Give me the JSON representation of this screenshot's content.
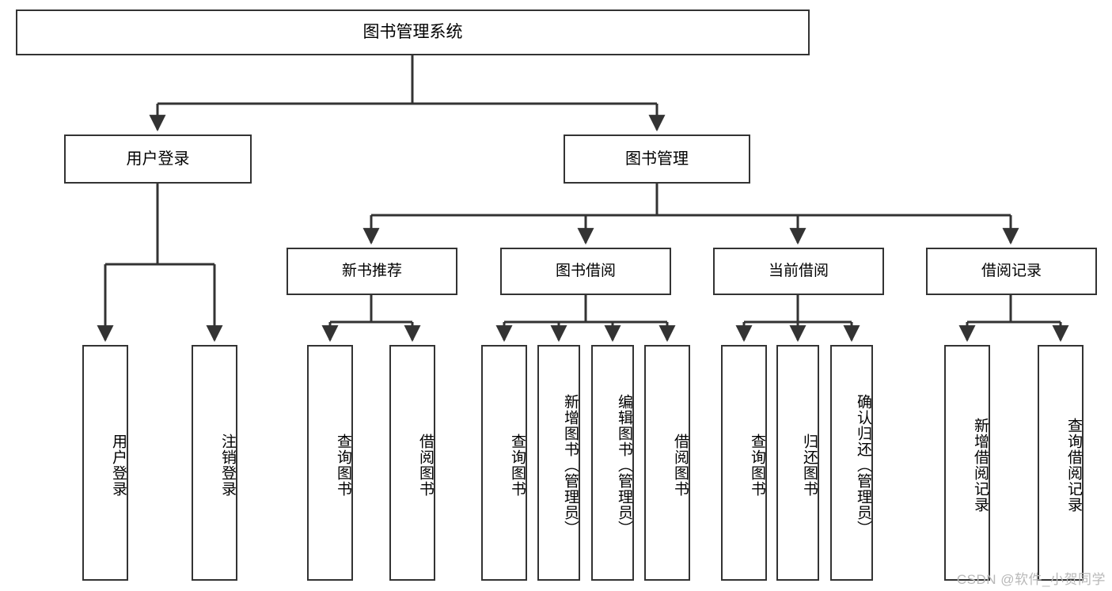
{
  "diagram": {
    "type": "tree",
    "orientation": "top-down",
    "title": "图书管理系统",
    "colors": {
      "box_border": "#333333",
      "box_fill": "#ffffff",
      "edge": "#333333",
      "text": "#000000",
      "watermark": "#b8b8b8",
      "background": "#ffffff"
    }
  },
  "watermark": {
    "text": "CSDN @软件_小贺同学"
  },
  "nodes": {
    "root": {
      "id": "root",
      "label": "图书管理系统",
      "level": 1
    },
    "level2": [
      {
        "id": "user-login",
        "label": "用户登录",
        "level": 2
      },
      {
        "id": "book-management",
        "label": "图书管理",
        "level": 2
      }
    ],
    "level3": [
      {
        "id": "new-book-recommend",
        "label": "新书推荐",
        "level": 3,
        "parent": "book-management"
      },
      {
        "id": "book-borrow",
        "label": "图书借阅",
        "level": 3,
        "parent": "book-management"
      },
      {
        "id": "current-borrow",
        "label": "当前借阅",
        "level": 3,
        "parent": "book-management"
      },
      {
        "id": "borrow-record",
        "label": "借阅记录",
        "level": 3,
        "parent": "book-management"
      }
    ],
    "leaves": [
      {
        "id": "leaf-user-login",
        "label": "用户登录",
        "parent": "user-login"
      },
      {
        "id": "leaf-user-logout",
        "label": "注销登录",
        "parent": "user-login"
      },
      {
        "id": "leaf-query-book-1",
        "label": "查询图书",
        "parent": "new-book-recommend"
      },
      {
        "id": "leaf-borrow-book-1",
        "label": "借阅图书",
        "parent": "new-book-recommend"
      },
      {
        "id": "leaf-query-book-2",
        "label": "查询图书",
        "parent": "book-borrow"
      },
      {
        "id": "leaf-add-book",
        "label": "新增图书（管理员）",
        "parent": "book-borrow"
      },
      {
        "id": "leaf-edit-book",
        "label": "编辑图书（管理员）",
        "parent": "book-borrow"
      },
      {
        "id": "leaf-borrow-book-2",
        "label": "借阅图书",
        "parent": "book-borrow"
      },
      {
        "id": "leaf-query-book-3",
        "label": "查询图书",
        "parent": "current-borrow"
      },
      {
        "id": "leaf-return-book",
        "label": "归还图书",
        "parent": "current-borrow"
      },
      {
        "id": "leaf-confirm-return",
        "label": "确认归还（管理员）",
        "parent": "current-borrow"
      },
      {
        "id": "leaf-add-borrow-record",
        "label": "新增借阅记录",
        "parent": "borrow-record"
      },
      {
        "id": "leaf-query-borrow-record",
        "label": "查询借阅记录",
        "parent": "borrow-record"
      }
    ]
  }
}
